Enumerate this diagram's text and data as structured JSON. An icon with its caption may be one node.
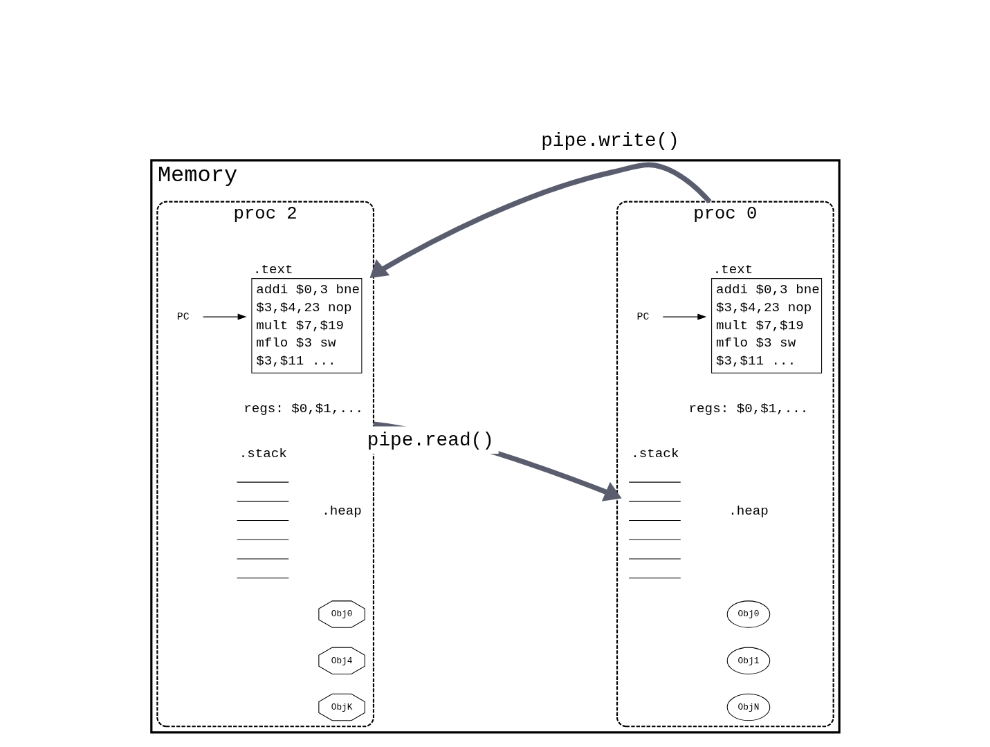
{
  "diagram": {
    "nodes": [
      {
        "text": [
          "Memory"
        ]
      },
      {
        "text": [
          "proc 0"
        ],
        "in": 0
      },
      {
        "text": [
          ".text",
          "addi $0,3 bne $3,$4,23 nop mult $7,$19 mflo $3 sw $3,$11 ..."
        ],
        "in": 1
      },
      {
        "text": [
          "PC"
        ],
        "in": 1
      },
      {
        "text": [
          ".stack"
        ],
        "in": 1
      },
      {
        "text": [
          "Obj0"
        ],
        "in": 1
      },
      {
        "text": [
          "Obj1"
        ],
        "in": 1
      },
      {
        "text": [
          "ObjN"
        ],
        "in": 1
      },
      {
        "text": [
          "proc 2"
        ],
        "in": 0
      },
      {
        "text": [
          ".text",
          "addi $0,3 bne $3,$4,23 nop mult $7,$19 mflo $3 sw $3,$11 ..."
        ],
        "in": 8
      },
      {
        "text": [
          "PC"
        ],
        "in": 8
      },
      {
        "text": [
          ".stack"
        ],
        "in": 8
      },
      {
        "text": [
          "Obj0"
        ],
        "in": 8
      },
      {
        "text": [
          "Obj4"
        ],
        "in": 8
      },
      {
        "text": [
          "ObjK"
        ],
        "in": 8
      }
    ],
    "edges": [
      {
        "from": 3,
        "to": 2,
        "arrow": "to"
      },
      {
        "from": 10,
        "to": 9,
        "arrow": "to"
      },
      {
        "from": 1,
        "to": 8,
        "arrow": "to",
        "label": "pipe.write()",
        "style": "thick",
        "color": "#5a5d6e"
      },
      {
        "from": 8,
        "to": 1,
        "arrow": "to",
        "label": "pipe.read()",
        "style": "thick",
        "color": "#5a5d6e"
      }
    ],
    "labels": [
      "regs: $0,$1,...",
      ".heap",
      "regs: $0,$1,...",
      ".heap"
    ]
  }
}
